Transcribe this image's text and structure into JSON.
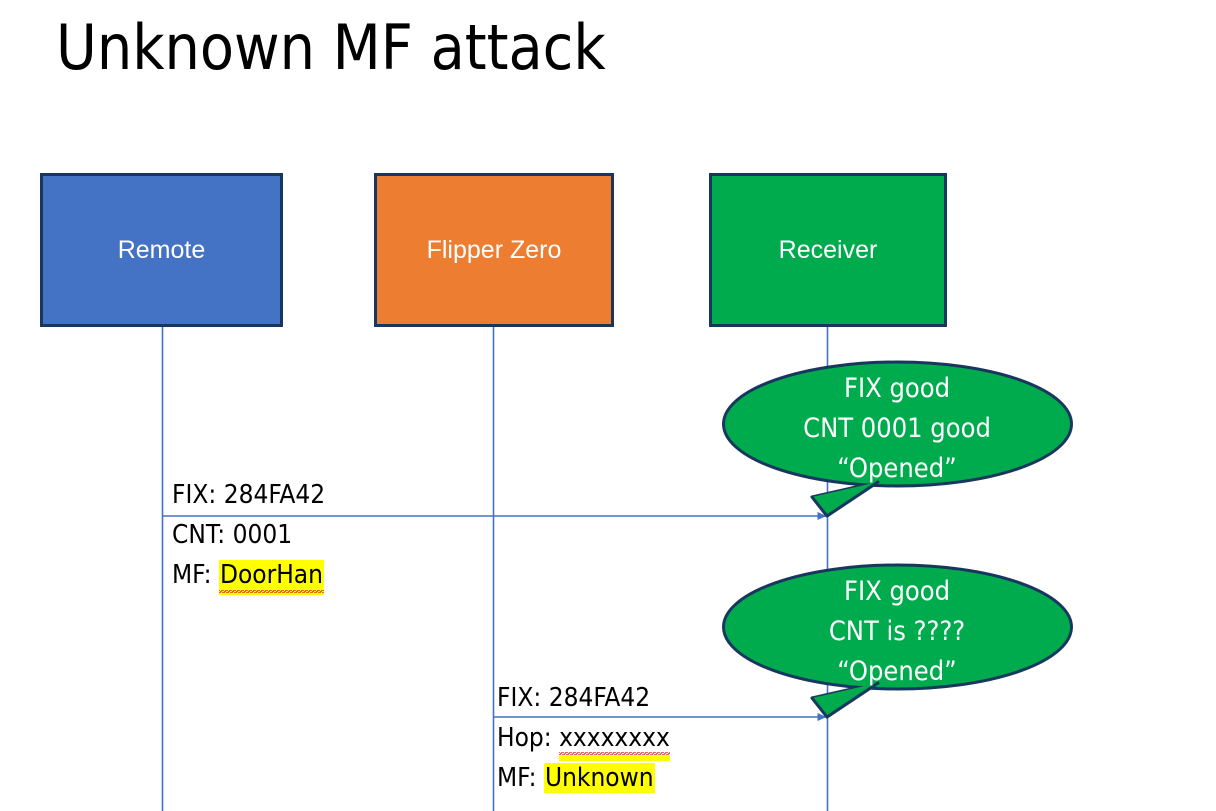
{
  "slide": {
    "title": "Unknown MF attack",
    "background": "#FFFFFF"
  },
  "colors": {
    "remote_fill": "#4472C4",
    "flipper_fill": "#ED7D31",
    "receiver_fill": "#00AB4E",
    "box_border": "#17375E",
    "lifeline": "#4472C4",
    "highlight": "#FFFF00",
    "text_dark": "#000000",
    "text_light": "#FFFFFF",
    "spellcheck_underline": "#E03030"
  },
  "actors": [
    {
      "id": "remote",
      "label": "Remote"
    },
    {
      "id": "flipper",
      "label": "Flipper Zero"
    },
    {
      "id": "receiver",
      "label": "Receiver"
    }
  ],
  "messages": [
    {
      "id": "message-1",
      "from": "remote",
      "to": "receiver",
      "lines": [
        {
          "label": "FIX:",
          "value": "284FA42",
          "highlight": false,
          "spellcheck_error": false
        },
        {
          "label": "CNT:",
          "value": "0001",
          "highlight": false,
          "spellcheck_error": false
        },
        {
          "label": "MF:",
          "value": "DoorHan",
          "highlight": true,
          "spellcheck_error": true
        }
      ]
    },
    {
      "id": "message-2",
      "from": "flipper",
      "to": "receiver",
      "lines": [
        {
          "label": "FIX:",
          "value": "284FA42",
          "highlight": false,
          "spellcheck_error": false
        },
        {
          "label": "Hop:",
          "value": "xxxxxxxx",
          "highlight": true,
          "spellcheck_error": true
        },
        {
          "label": "MF:",
          "value": "Unknown",
          "highlight": true,
          "spellcheck_error": false
        }
      ]
    }
  ],
  "callouts": [
    {
      "id": "callout-1",
      "for_message": "message-1",
      "lines": [
        "FIX good",
        "CNT 0001 good",
        "“Opened”"
      ]
    },
    {
      "id": "callout-2",
      "for_message": "message-2",
      "lines": [
        "FIX good",
        "CNT is ????",
        "“Opened”"
      ]
    }
  ]
}
